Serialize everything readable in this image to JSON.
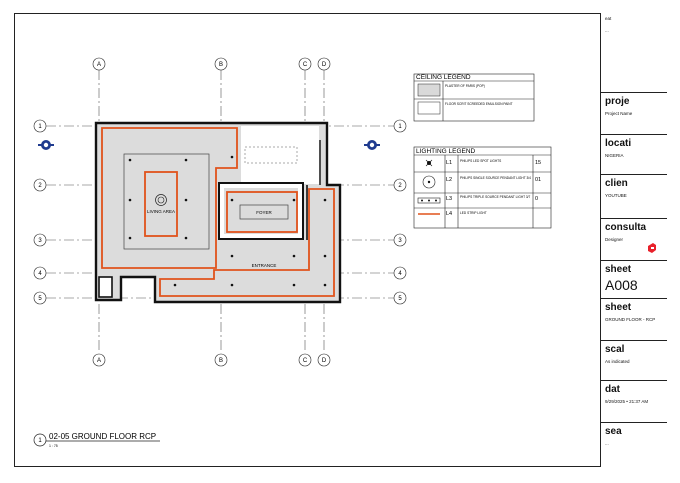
{
  "grid": {
    "columns": [
      "A",
      "B",
      "C",
      "D"
    ],
    "rows": [
      "1",
      "2",
      "3",
      "4",
      "5"
    ]
  },
  "rooms": {
    "living_area": "LIVING AREA",
    "foyer": "FOYER",
    "entrance": "ENTRANCE"
  },
  "ceiling_legend": {
    "title": "CEILING LEGEND",
    "items": [
      {
        "label": "PLASTER OF PARIS (POP)"
      },
      {
        "label": "FLOOR SCRIT SCREEDED EMULSION PAINT"
      }
    ]
  },
  "lighting_legend": {
    "title": "LIGHTING LEGEND",
    "items": [
      {
        "code": "L1",
        "desc": "PHILIPS LED SPOT LIGHTS",
        "qty": "15"
      },
      {
        "code": "L2",
        "desc": "PHILIPS SINGLE SOURCE PENDANT LIGHT 3/4",
        "qty": "01"
      },
      {
        "code": "L3",
        "desc": "PHILIPS TRIPLE SOURCE PENDANT LIGHT 3/7",
        "qty": "0"
      },
      {
        "code": "L4",
        "desc": "LED STRIP LIGHT",
        "qty": ""
      }
    ]
  },
  "view_title": {
    "number": "1",
    "name": "02-05 GROUND FLOOR RCP",
    "scale": "1 : 75"
  },
  "title_block": {
    "top_label": "eat",
    "top_value": "...",
    "project_header": "proje",
    "project_value": "Project Name",
    "location_header": "locati",
    "location_value": "NIGERIA",
    "client_header": "clien",
    "client_value": "YOUTUBE",
    "consultant_header": "consulta",
    "consultant_value": "Designer",
    "sheet_number_header": "sheet",
    "sheet_number": "A008",
    "sheet_name_header": "sheet",
    "sheet_name": "GROUND FLOOR - RCP",
    "scale_header": "scal",
    "scale_value": "As indicated",
    "date_header": "dat",
    "date_value": "9/29/2025 • 21:37 AM",
    "seal_header": "sea",
    "seal_value": "..."
  },
  "colors": {
    "line": "#1a1a1a",
    "strip_light": "#e0531c",
    "ceiling_fill": "#d9d9d9",
    "section_marker": "#1f3b8f",
    "logo": "#e8202a"
  }
}
